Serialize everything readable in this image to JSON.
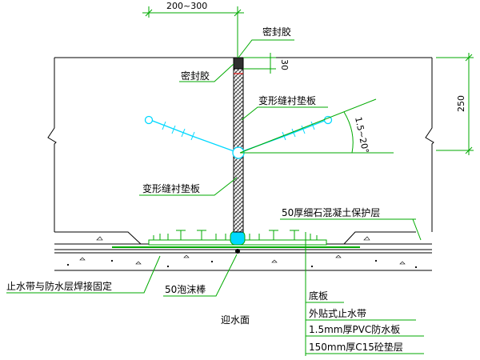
{
  "colors": {
    "line": "#000000",
    "leader": "#00aa00",
    "fill_dark": "#303030",
    "fill_hatch": "#1a1a1a",
    "cyan": "#00d8ff",
    "red": "#ff0000",
    "background": "#ffffff"
  },
  "dimensions": {
    "top_width": "200~300",
    "seal_depth": "30",
    "slab_thickness": "250",
    "angle": "1.5~20°"
  },
  "labels": {
    "sealant_top": "密封胶",
    "sealant_left": "密封胶",
    "filler_board_upper": "变形缝衬垫板",
    "filler_board_lower": "变形缝衬垫板",
    "protective_layer": "50厚细石混凝土保护层",
    "waterstop_weld": "止水带与防水层焊接固定",
    "foam_rod": "50泡沫棒",
    "base_slab": "底板",
    "external_waterstop": "外贴式止水带",
    "pvc_board": "1.5mm厚PVC防水板",
    "cushion_layer": "150mm厚C15砼垫层",
    "water_face": "迎水面"
  }
}
